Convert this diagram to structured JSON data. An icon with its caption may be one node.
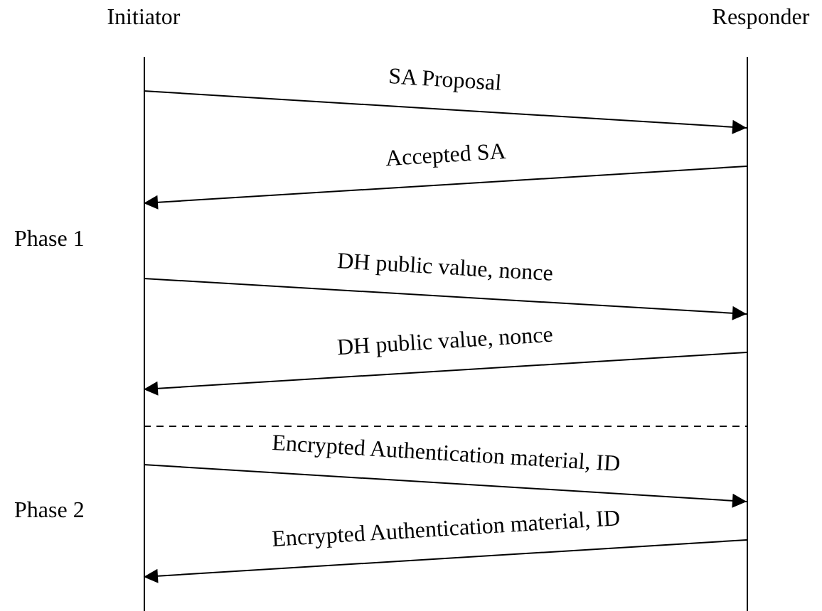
{
  "diagram": {
    "nodes": [
      {
        "text": [
          "Initiator"
        ]
      },
      {
        "text": [
          "Responder"
        ]
      }
    ],
    "edges": [
      {
        "from": 0,
        "to": 1,
        "arrow": "to",
        "label": "SA Proposal"
      },
      {
        "from": 1,
        "to": 0,
        "arrow": "to",
        "label": "Accepted SA"
      },
      {
        "from": 0,
        "to": 1,
        "arrow": "to",
        "label": "DH public value, nonce"
      },
      {
        "from": 1,
        "to": 0,
        "arrow": "to",
        "label": "DH public value, nonce"
      },
      {
        "from": 0,
        "to": 1,
        "arrow": "to",
        "label": "Encrypted Authentication material, ID"
      },
      {
        "from": 1,
        "to": 0,
        "arrow": "to",
        "label": "Encrypted Authentication material, ID"
      }
    ],
    "labels": [
      "Phase 1",
      "Phase 2"
    ]
  }
}
